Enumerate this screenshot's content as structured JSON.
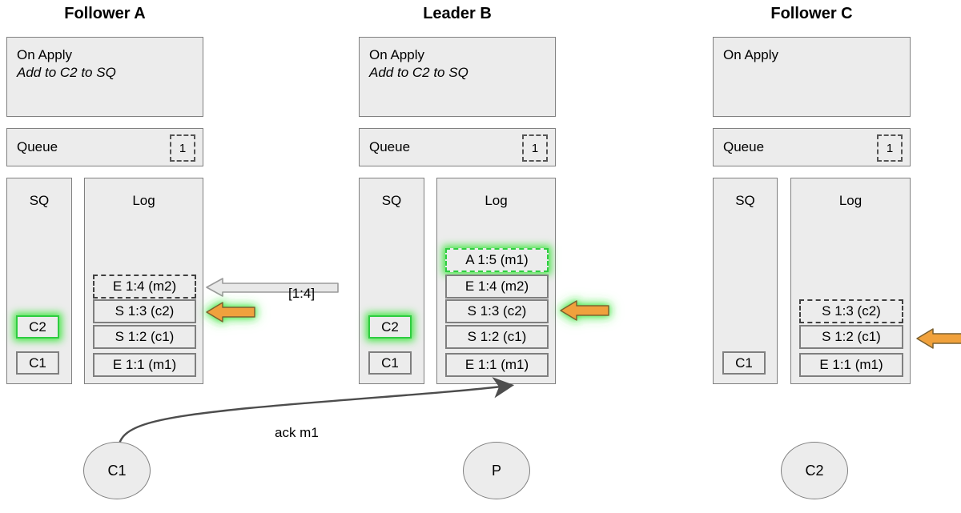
{
  "diagram": {
    "title_visible": false,
    "colors": {
      "panel_fill": "#ECECEC",
      "panel_stroke": "#808080",
      "entry_stroke": "#7F7F7F",
      "highlight_green": "#2ECC40",
      "arrow_orange": "#F0A13C",
      "arrow_gray": "#E6E6E6",
      "curve_stroke": "#4D4D4D"
    }
  },
  "nodes": [
    {
      "id": "follower-a",
      "title": "Follower A",
      "on_apply": {
        "heading": "On Apply",
        "action": "Add to C2 to SQ"
      },
      "queue": {
        "label": "Queue",
        "count": "1"
      },
      "sq": {
        "label": "SQ",
        "items": [
          {
            "text": "C2",
            "highlight": true
          },
          {
            "text": "C1",
            "highlight": false
          }
        ]
      },
      "log": {
        "label": "Log",
        "entries": [
          {
            "text": "E 1:4 (m2)",
            "style": "dashed",
            "highlight": false
          },
          {
            "text": "S 1:3 (c2)",
            "style": "solid",
            "highlight": false
          },
          {
            "text": "S 1:2 (c1)",
            "style": "solid",
            "highlight": false
          },
          {
            "text": "E 1:1 (m1)",
            "style": "solid",
            "highlight": false
          }
        ]
      }
    },
    {
      "id": "leader-b",
      "title": "Leader B",
      "on_apply": {
        "heading": "On Apply",
        "action": "Add to C2 to SQ"
      },
      "queue": {
        "label": "Queue",
        "count": "1"
      },
      "sq": {
        "label": "SQ",
        "items": [
          {
            "text": "C2",
            "highlight": true
          },
          {
            "text": "C1",
            "highlight": false
          }
        ]
      },
      "log": {
        "label": "Log",
        "entries": [
          {
            "text": "A 1:5 (m1)",
            "style": "dashed",
            "highlight": true
          },
          {
            "text": "E 1:4 (m2)",
            "style": "solid",
            "highlight": false
          },
          {
            "text": "S 1:3 (c2)",
            "style": "solid",
            "highlight": false
          },
          {
            "text": "S 1:2 (c1)",
            "style": "solid",
            "highlight": false
          },
          {
            "text": "E 1:1 (m1)",
            "style": "solid",
            "highlight": false
          }
        ]
      }
    },
    {
      "id": "follower-c",
      "title": "Follower C",
      "on_apply": {
        "heading": "On Apply",
        "action": ""
      },
      "queue": {
        "label": "Queue",
        "count": "1"
      },
      "sq": {
        "label": "SQ",
        "items": [
          {
            "text": "C1",
            "highlight": false
          }
        ]
      },
      "log": {
        "label": "Log",
        "entries": [
          {
            "text": "S 1:3 (c2)",
            "style": "dashed",
            "highlight": false
          },
          {
            "text": "S 1:2 (c1)",
            "style": "solid",
            "highlight": false
          },
          {
            "text": "E 1:1 (m1)",
            "style": "solid",
            "highlight": false
          }
        ]
      }
    }
  ],
  "messages": {
    "replication_label": "[1:4]",
    "ack_label": "ack m1"
  },
  "actors": [
    {
      "id": "client-c1",
      "label": "C1"
    },
    {
      "id": "producer-p",
      "label": "P"
    },
    {
      "id": "client-c2",
      "label": "C2"
    }
  ]
}
